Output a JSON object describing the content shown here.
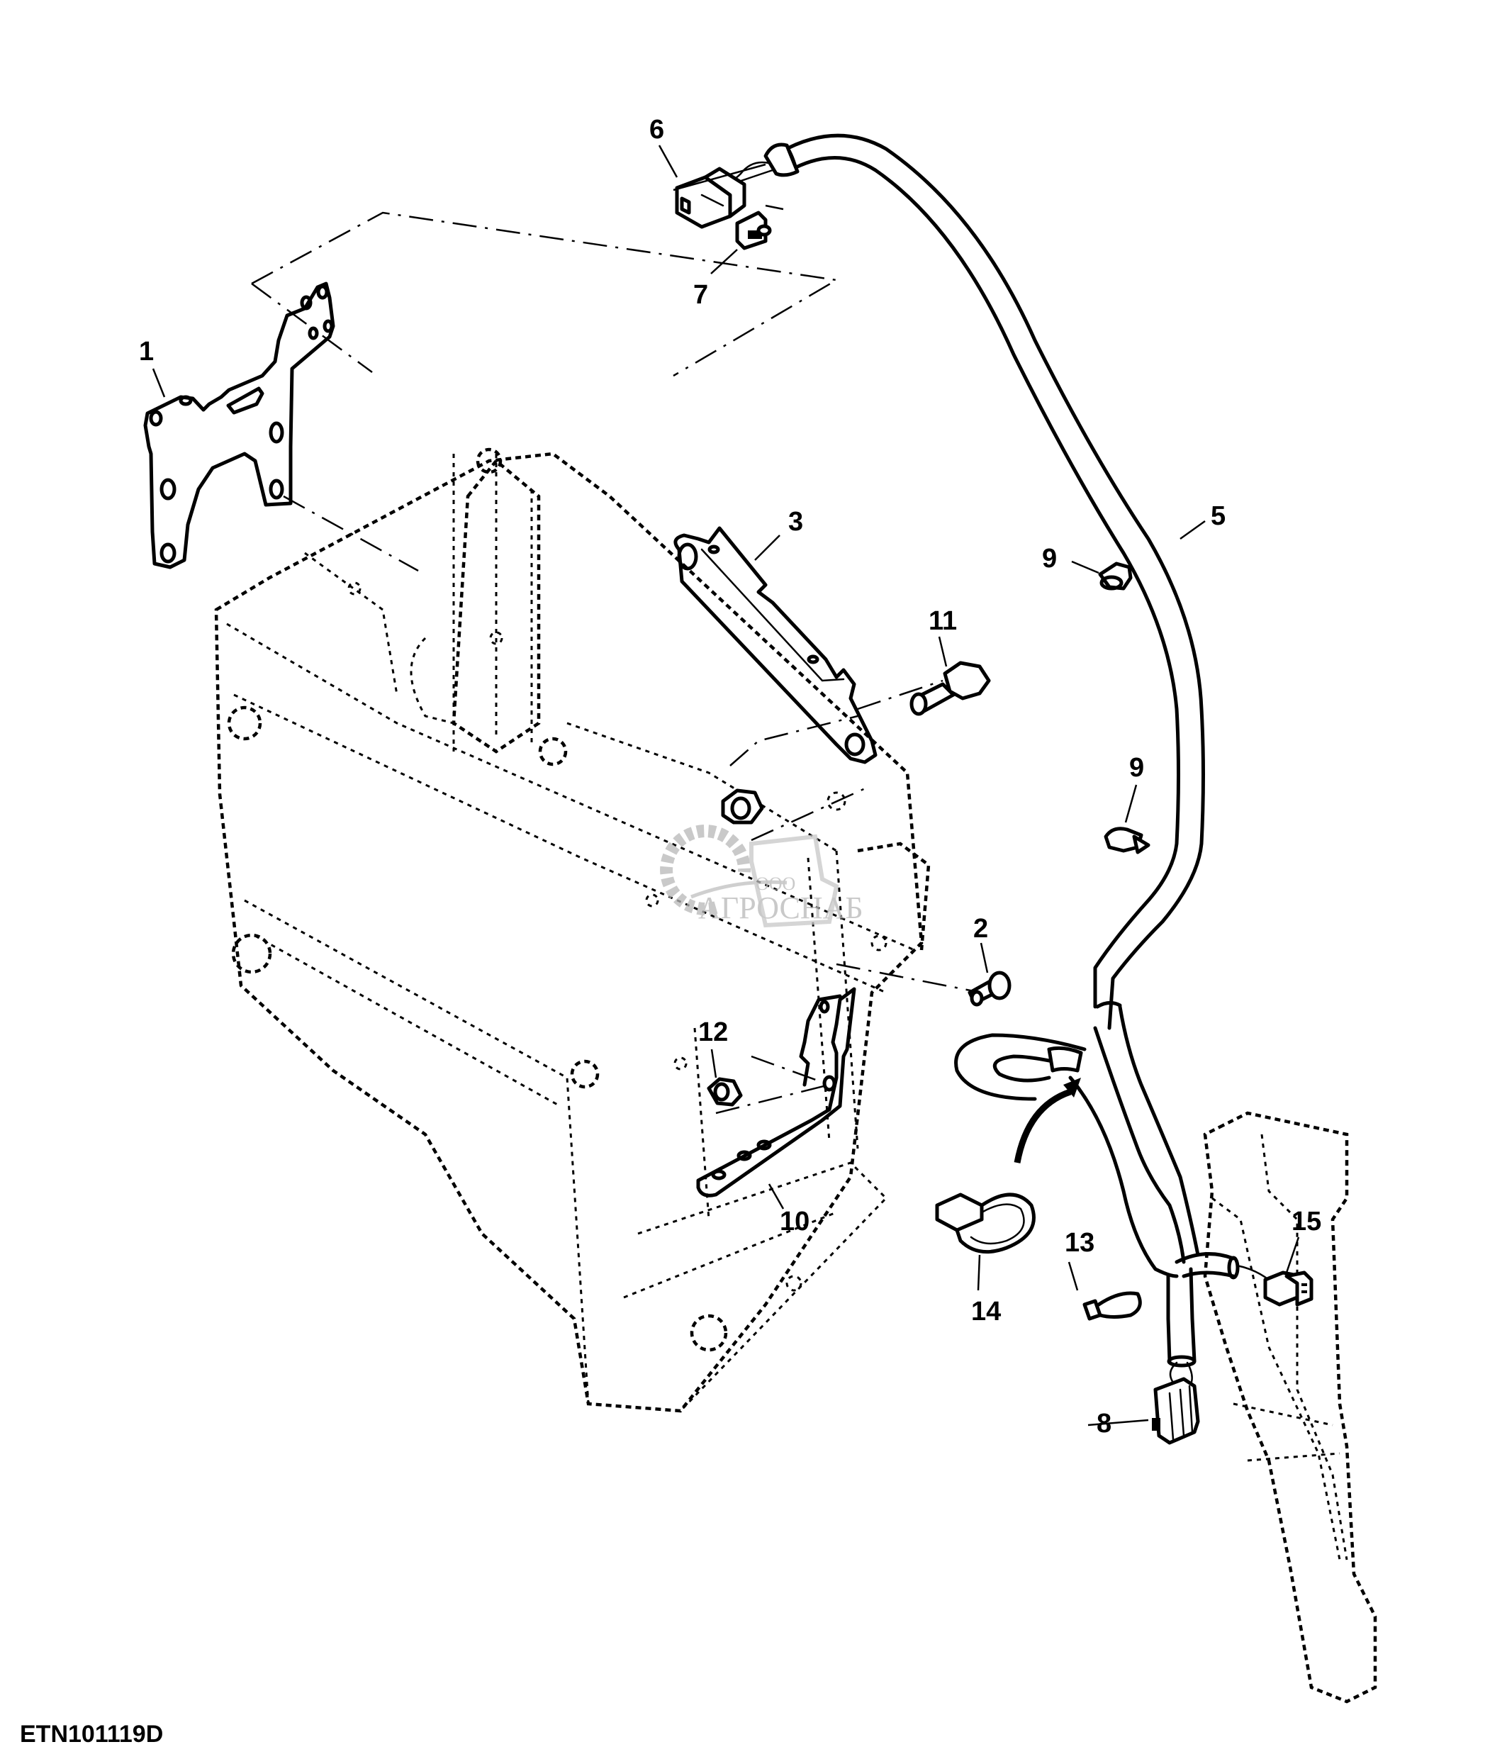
{
  "figure_id": "ETN101119D",
  "watermark": {
    "prefix": "ООО",
    "name": "АГРОСНАБ",
    "color": "#b8b8b8"
  },
  "callouts": [
    {
      "id": "1",
      "part": "mounting-plate"
    },
    {
      "id": "2",
      "part": "flange-bolt"
    },
    {
      "id": "3",
      "part": "support-bracket"
    },
    {
      "id": "5",
      "part": "wiring-harness"
    },
    {
      "id": "6",
      "part": "harness-connector"
    },
    {
      "id": "7",
      "part": "connector-clip"
    },
    {
      "id": "8",
      "part": "multi-pin-connector"
    },
    {
      "id": "9",
      "part": "push-in-clip-upper"
    },
    {
      "id": "9",
      "part": "push-in-clip-lower"
    },
    {
      "id": "10",
      "part": "angle-bracket"
    },
    {
      "id": "11",
      "part": "cap-screw"
    },
    {
      "id": "12",
      "part": "lock-nut"
    },
    {
      "id": "13",
      "part": "cable-clamp"
    },
    {
      "id": "14",
      "part": "cable-tie"
    },
    {
      "id": "15",
      "part": "two-pin-connector"
    }
  ]
}
